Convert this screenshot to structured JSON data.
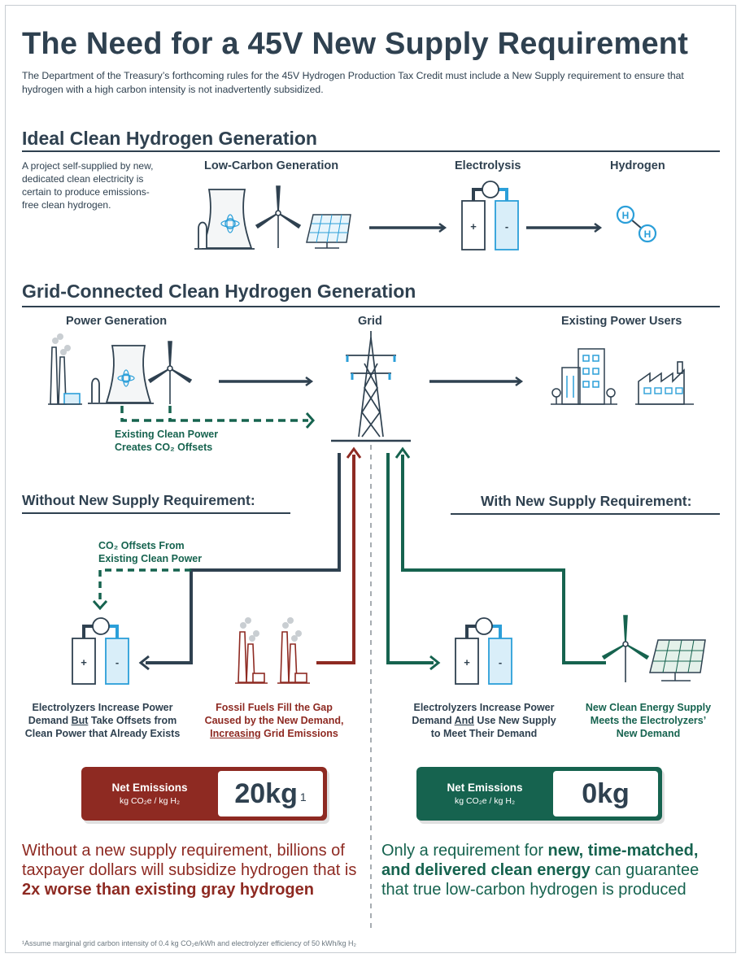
{
  "header": {
    "title": "The Need for a 45V New Supply Requirement",
    "intro": "The Department of the Treasury’s forthcoming rules for the 45V Hydrogen Production Tax Credit must include a New Supply requirement to ensure that hydrogen with a high carbon intensity is not inadvertently subsidized."
  },
  "ideal": {
    "heading": "Ideal Clean Hydrogen Generation",
    "description": "A project self-supplied by new, dedicated clean electricity is certain to produce emissions-free clean hydrogen.",
    "labels": {
      "low_carbon": "Low-Carbon Generation",
      "electrolysis": "Electrolysis",
      "hydrogen": "Hydrogen"
    },
    "h_symbol": "H",
    "plus": "+",
    "minus": "-"
  },
  "grid": {
    "heading": "Grid-Connected Clean Hydrogen Generation",
    "labels": {
      "power_generation": "Power Generation",
      "grid": "Grid",
      "existing_users": "Existing Power Users"
    },
    "offsets_caption_1": "Existing Clean Power",
    "offsets_caption_2": "Creates CO₂ Offsets"
  },
  "without": {
    "heading": "Without New Supply Requirement:",
    "offsets_caption_1": "CO₂ Offsets From",
    "offsets_caption_2": "Existing Clean Power",
    "electrolyzer_caption": {
      "line1": "Electrolyzers Increase Power",
      "line2_a": "Demand ",
      "line2_b": "But",
      "line2_c": " Take Offsets from",
      "line3": "Clean Power that Already Exists"
    },
    "fossil_caption": {
      "line1": "Fossil Fuels Fill the Gap",
      "line2": "Caused by the New Demand,",
      "line3_a": "Increasing",
      "line3_b": " Grid Emissions"
    },
    "emissions": {
      "title": "Net Emissions",
      "unit": "kg CO₂e / kg H₂",
      "value": "20kg",
      "footnote_mark": "1"
    },
    "conclusion": {
      "text": "Without a new supply requirement, billions of taxpayer dollars will subsidize hydrogen that is ",
      "bold": "2x worse than existing gray hydrogen"
    }
  },
  "with": {
    "heading": "With New Supply Requirement:",
    "electrolyzer_caption": {
      "line1": "Electrolyzers Increase Power",
      "line2_a": "Demand ",
      "line2_b": "And",
      "line2_c": " Use New Supply",
      "line3": "to Meet Their Demand"
    },
    "clean_caption": {
      "line1": "New Clean Energy Supply",
      "line2": "Meets the Electrolyzers’",
      "line3": "New Demand"
    },
    "emissions": {
      "title": "Net Emissions",
      "unit": "kg CO₂e / kg H₂",
      "value": "0kg"
    },
    "conclusion": {
      "text_a": "Only a requirement for ",
      "bold": "new, time-matched, and delivered clean energy",
      "text_b": " can guarantee that true low-carbon hydrogen is produced"
    }
  },
  "footnote": "¹Assume marginal grid carbon intensity of 0.4 kg CO₂e/kWh and electrolyzer efficiency of 50 kWh/kg H₂",
  "colors": {
    "navy": "#2f4150",
    "teal": "#16634f",
    "red": "#8e2a22",
    "blue": "#2b9fd9"
  }
}
